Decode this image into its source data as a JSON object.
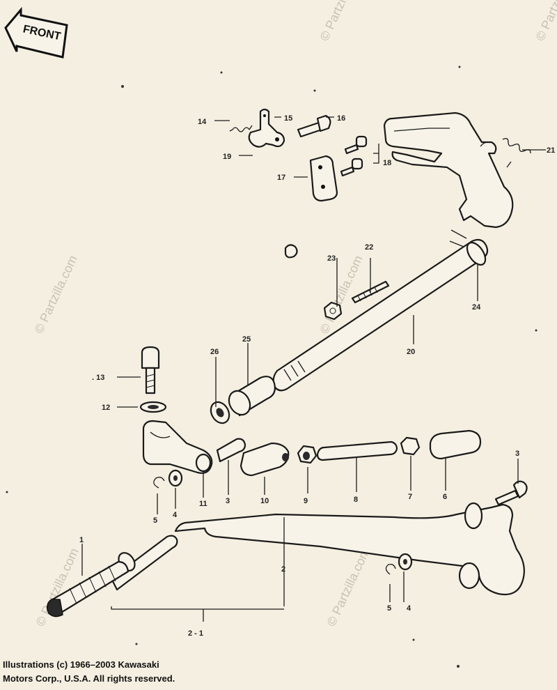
{
  "front_label": "FRONT",
  "watermarks": [
    "© Partzilla.com",
    "© Partzilla.com",
    "© Partzilla.com",
    "© Partzilla.com",
    "© Partzilla.com",
    "© Partzilla.com"
  ],
  "callouts": {
    "c14": "14",
    "c15": "15",
    "c16": "16",
    "c19": "19",
    "c17": "17",
    "c18": "18",
    "c21": "21",
    "c23": "23",
    "c22": "22",
    "c24": "24",
    "c20": "20",
    "c26": "26",
    "c25": "25",
    "c13": ". 13",
    "c12": "12",
    "c11": "11",
    "c3a": "3",
    "c10": "10",
    "c9": "9",
    "c8": "8",
    "c7": "7",
    "c6": "6",
    "c3b": "3",
    "c5a": "5",
    "c4a": "4",
    "c1": "1",
    "c2": "2",
    "c5b": "5",
    "c4b": "4",
    "c21b": "2 - 1"
  },
  "copyright": {
    "line1": "Illustrations (c) 1966–2003 Kawasaki",
    "line2": "Motors Corp., U.S.A.  All rights reserved."
  }
}
